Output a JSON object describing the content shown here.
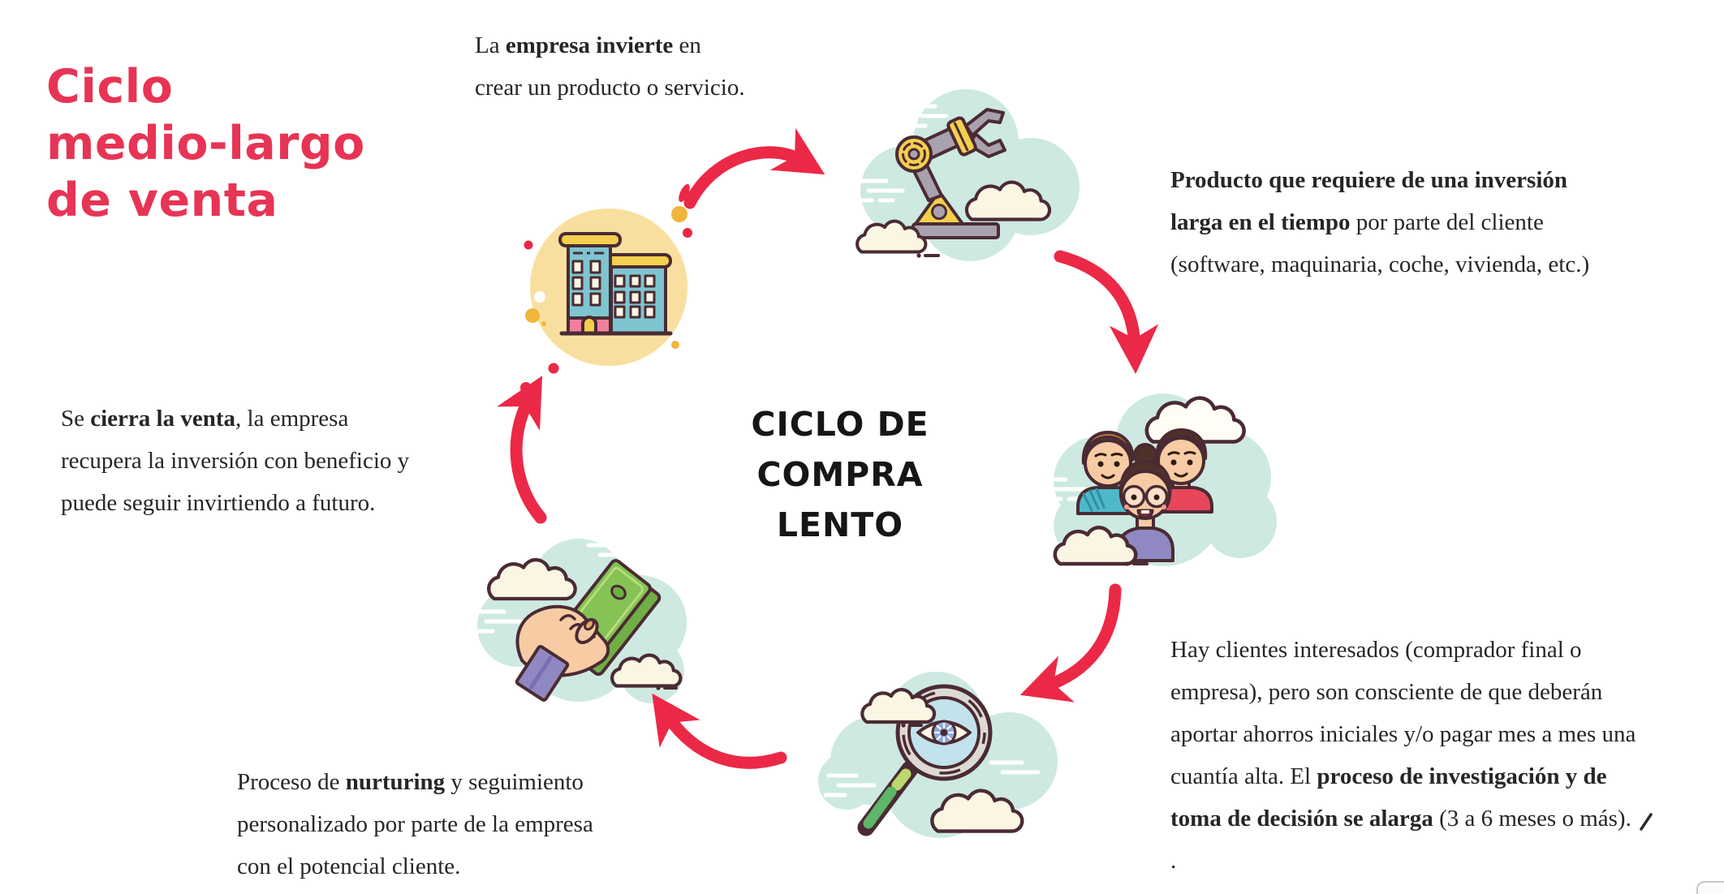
{
  "page_title": "Ciclo medio-largo de venta",
  "main_title": {
    "lines": [
      "Ciclo",
      "medio-largo",
      "de venta"
    ]
  },
  "center_label": {
    "lines": [
      "CICLO DE",
      "COMPRA",
      "LENTO"
    ]
  },
  "annotations": {
    "invest": {
      "lines": [
        [
          {
            "t": "La ",
            "b": 0
          },
          {
            "t": "empresa invierte",
            "b": 1
          },
          {
            "t": " en",
            "b": 0
          }
        ],
        [
          {
            "t": "crear un producto o servicio.",
            "b": 0
          }
        ]
      ]
    },
    "product": {
      "lines": [
        [
          {
            "t": "Producto que requiere de una inversión",
            "b": 1
          }
        ],
        [
          {
            "t": "larga en el tiempo",
            "b": 1
          },
          {
            "t": " por parte del cliente",
            "b": 0
          }
        ],
        [
          {
            "t": "(software, maquinaria, coche, vivienda, etc.)",
            "b": 0
          }
        ]
      ]
    },
    "clients": {
      "lines": [
        [
          {
            "t": "Hay clientes interesados (comprador final o",
            "b": 0
          }
        ],
        [
          {
            "t": "empresa), pero son consciente de que deberán",
            "b": 0
          }
        ],
        [
          {
            "t": "aportar ahorros iniciales y/o pagar mes a mes una",
            "b": 0
          }
        ],
        [
          {
            "t": "cuantía alta. El ",
            "b": 0
          },
          {
            "t": "proceso de investigación y de",
            "b": 1
          }
        ],
        [
          {
            "t": "toma de decisión se alarga",
            "b": 1
          },
          {
            "t": " (3 a 6 meses o más).",
            "b": 0
          }
        ],
        [
          {
            "t": ".",
            "b": 0
          }
        ]
      ]
    },
    "nurturing": {
      "lines": [
        [
          {
            "t": "Proceso de ",
            "b": 0
          },
          {
            "t": "nurturing",
            "b": 1
          },
          {
            "t": " y seguimiento",
            "b": 0
          }
        ],
        [
          {
            "t": "personalizado por parte de la empresa",
            "b": 0
          }
        ],
        [
          {
            "t": "con el potencial cliente.",
            "b": 0
          }
        ]
      ]
    },
    "close": {
      "lines": [
        [
          {
            "t": "Se ",
            "b": 0
          },
          {
            "t": "cierra la venta",
            "b": 1
          },
          {
            "t": ", la empresa",
            "b": 0
          }
        ],
        [
          {
            "t": "recupera la inversión con beneficio y",
            "b": 0
          }
        ],
        [
          {
            "t": "puede seguir invirtiendo a futuro.",
            "b": 0
          }
        ]
      ]
    }
  },
  "icons": [
    {
      "name": "company-building-icon",
      "shape": "two teal buildings in yellow circle"
    },
    {
      "name": "robot-arm-icon",
      "shape": "industrial robot arm on teal cloud"
    },
    {
      "name": "customers-icon",
      "shape": "three people busts on teal cloud"
    },
    {
      "name": "research-magnifier-icon",
      "shape": "magnifying glass with eye on teal cloud"
    },
    {
      "name": "payment-hand-money-icon",
      "shape": "hand holding green bills on teal cloud"
    },
    {
      "name": "cycle-arrow-icon",
      "shape": "thick curved red arrow"
    }
  ],
  "colors": {
    "red": "#EC2847",
    "titlered": "#E73455",
    "ink": "#262626",
    "outline": "#4A2B33",
    "teal": "#CDE9E2",
    "cream": "#FBF6E4",
    "yellowbg": "#F9DF9F",
    "yellow": "#F2CF4D",
    "gold": "#F0B63C",
    "bteal": "#7EC5D1",
    "pink": "#F0809F",
    "gray": "#A9A2AE",
    "skin": "#F7CBA3",
    "green1": "#85C356",
    "green2": "#6FAF46",
    "lime": "#BCD86E",
    "hgreen": "#5FB569",
    "purple": "#8F88C2",
    "tealshirt": "#4FB8C8",
    "redshirt": "#E8465A",
    "hairbrown": "#B5793C",
    "hairdark": "#503129",
    "blue": "#8FA8DC",
    "lblue": "#C2E2EC",
    "ring": "#DDD9D3"
  }
}
